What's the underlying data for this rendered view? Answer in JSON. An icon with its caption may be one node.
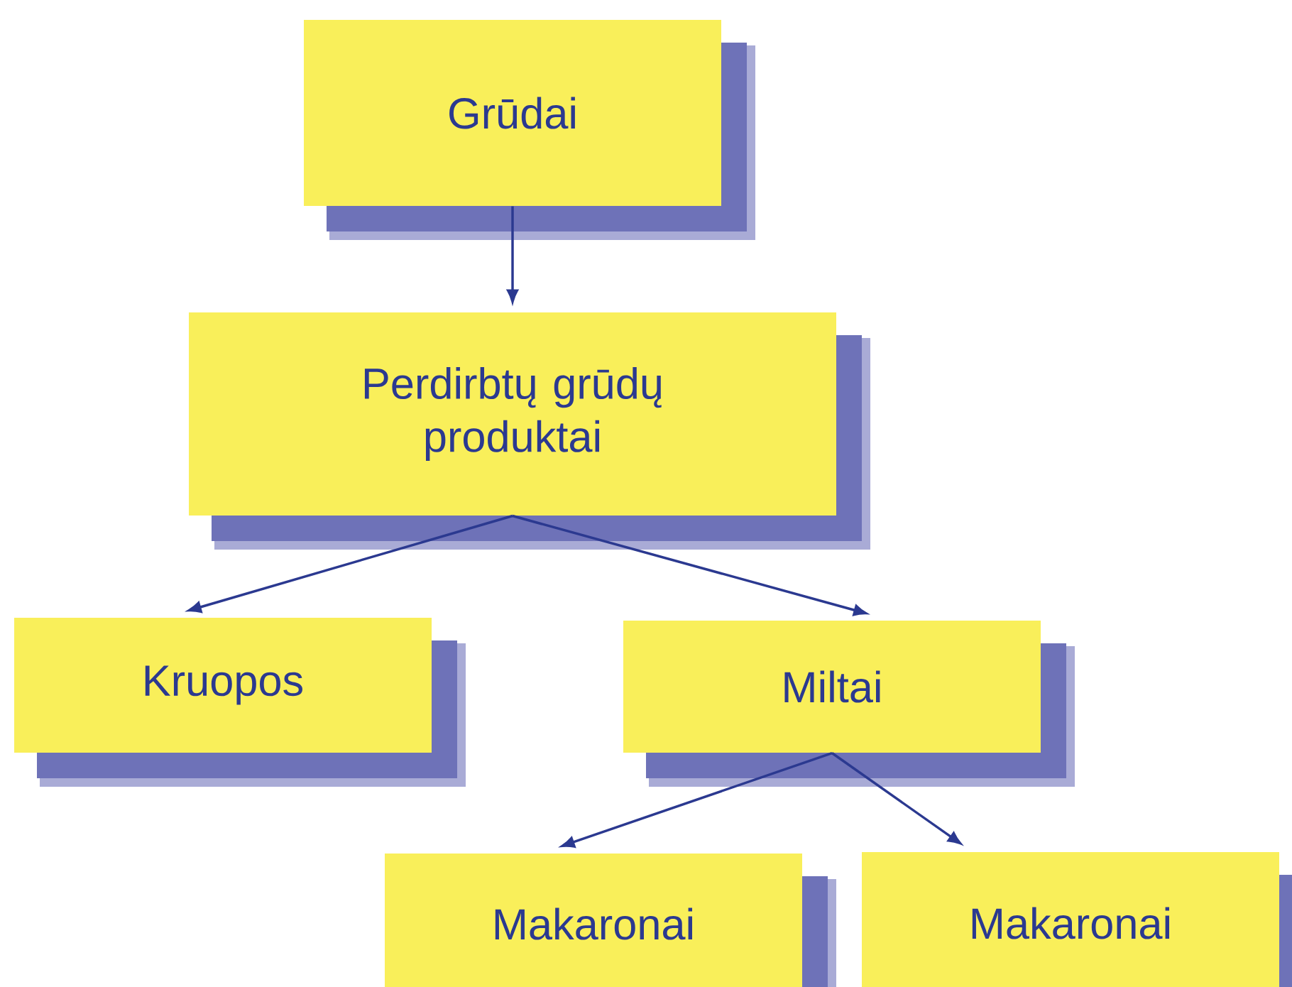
{
  "diagram": {
    "nodes": [
      {
        "text": [
          "Grūdai"
        ]
      },
      {
        "text": [
          "Perdirbtų grūdų produktai"
        ]
      },
      {
        "text": [
          "Kruopos"
        ]
      },
      {
        "text": [
          "Miltai"
        ]
      },
      {
        "text": [
          "Makaronai"
        ]
      },
      {
        "text": [
          "Makaronai"
        ]
      }
    ],
    "edges": [
      {
        "from": 0,
        "to": 1,
        "arrow": "to"
      },
      {
        "from": 1,
        "to": 2,
        "arrow": "to"
      },
      {
        "from": 1,
        "to": 3,
        "arrow": "to"
      },
      {
        "from": 3,
        "to": 4,
        "arrow": "to"
      },
      {
        "from": 3,
        "to": 5,
        "arrow": "to"
      }
    ]
  }
}
